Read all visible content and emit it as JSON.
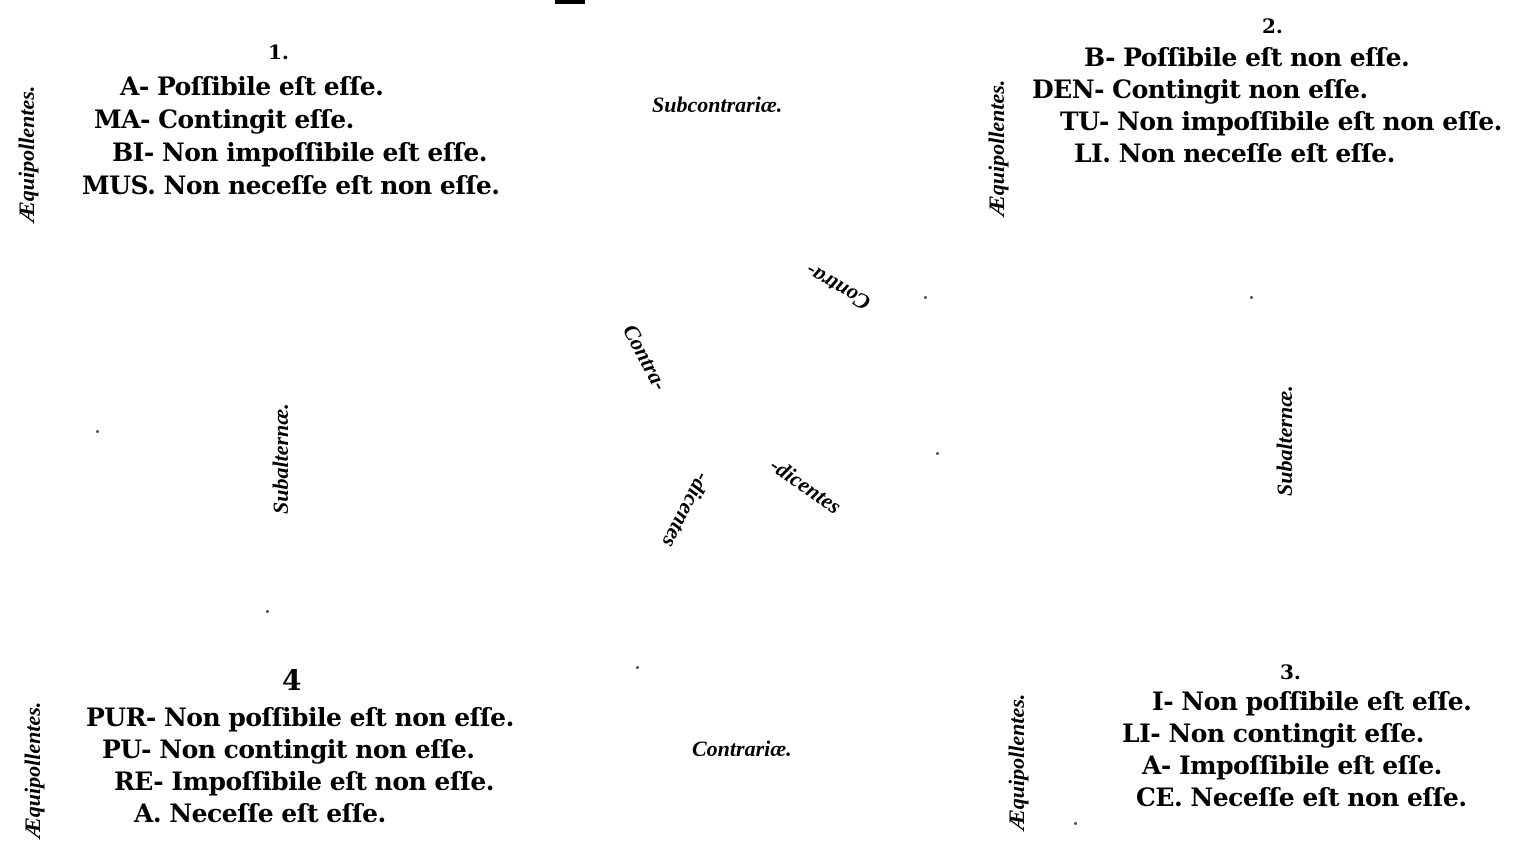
{
  "corners": {
    "top_left": {
      "number": "1.",
      "lines": [
        "A- Poſſibile eſt eſſe.",
        "MA- Contingit eſſe.",
        "BI- Non impoſſibile  eſt eſſe.",
        "MUS. Non neceſſe eſt non  eſſe."
      ]
    },
    "top_right": {
      "number": "2.",
      "lines": [
        "B- Poſſibile eſt non  eſſe.",
        "DEN- Contingit non eſſe.",
        "TU- Non impoſſibile eſt non eſſe.",
        "LI. Non neceſſe eſt eſſe."
      ]
    },
    "bottom_right": {
      "number": "3.",
      "lines": [
        "I- Non poſſibile eſt eſſe.",
        "LI- Non contingit eſſe.",
        "A- Impoſſibile eſt eſſe.",
        "CE. Neceſſe eſt non eſſe."
      ]
    },
    "bottom_left": {
      "number": "4",
      "lines": [
        "PUR- Non poſſibile eſt non eſſe.",
        "PU- Non contingit non eſſe.",
        "RE- Impoſſibile eſt non eſſe.",
        "A. Neceſſe eſt eſſe."
      ]
    }
  },
  "relations": {
    "subcontrariae": "Subcontrariæ.",
    "contrariae": "Contrariæ.",
    "subalternae_left": "Subalternæ.",
    "subalternae_right": "Subalternæ.",
    "aequipollentes_tl": "Æquipollentes.",
    "aequipollentes_tr": "Æquipollentes.",
    "aequipollentes_bl": "Æquipollentes.",
    "aequipollentes_br": "Æquipollentes.",
    "contra_1": "Contra-",
    "dicentes_1": "-dicentes",
    "contra_2": "Contra-",
    "dicentes_2": "-dicentes"
  }
}
